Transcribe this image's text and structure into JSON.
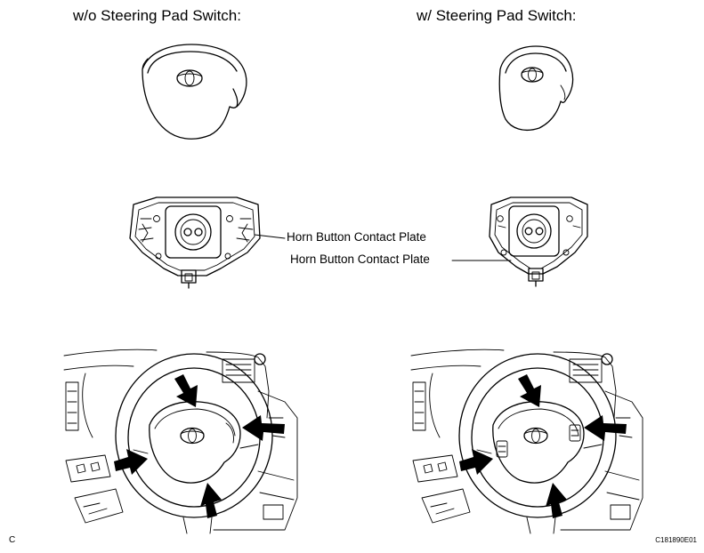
{
  "titles": {
    "without": "w/o Steering Pad Switch:",
    "with": "w/ Steering Pad Switch:"
  },
  "callouts": {
    "left": "Horn Button Contact Plate",
    "right": "Horn Button Contact Plate"
  },
  "footer": {
    "left_mark": "C",
    "figure_code": "C181890E01"
  }
}
